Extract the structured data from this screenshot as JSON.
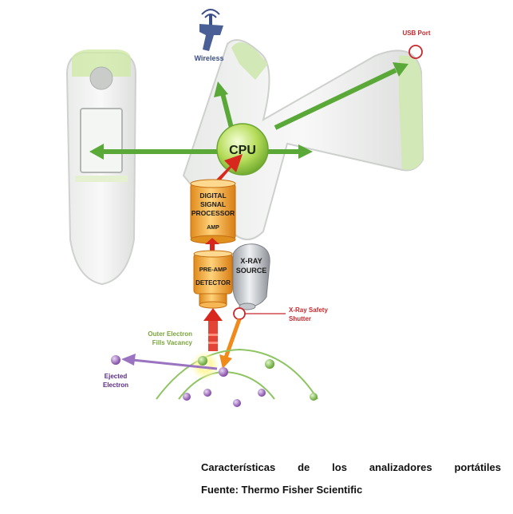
{
  "diagram": {
    "labels": {
      "wireless": "Wireless",
      "usb_port": "USB Port",
      "cpu": "CPU",
      "dsp_line1": "DIGITAL",
      "dsp_line2": "SIGNAL",
      "dsp_line3": "PROCESSOR",
      "amp": "AMP",
      "pre_amp": "PRE-AMP",
      "detector": "DETECTOR",
      "xray_line1": "X-RAY",
      "xray_line2": "SOURCE",
      "shutter_line1": "X-Ray Safety",
      "shutter_line2": "Shutter",
      "outer_line1": "Outer Electron",
      "outer_line2": "Fills Vacancy",
      "ejected_line1": "Ejected",
      "ejected_line2": "Electron"
    },
    "colors": {
      "green_arrow": "#5aa838",
      "red_arrow": "#d8281e",
      "orange_module": "#f0a030",
      "label_red": "#c8282d",
      "label_green": "#7aa43c",
      "label_purple": "#5a2d82",
      "label_blue": "#3b4f86"
    }
  },
  "caption": {
    "title_words": [
      "Características",
      "de",
      "los",
      "analizadores",
      "portátiles"
    ],
    "source": "Fuente: Thermo Fisher Scientific"
  }
}
